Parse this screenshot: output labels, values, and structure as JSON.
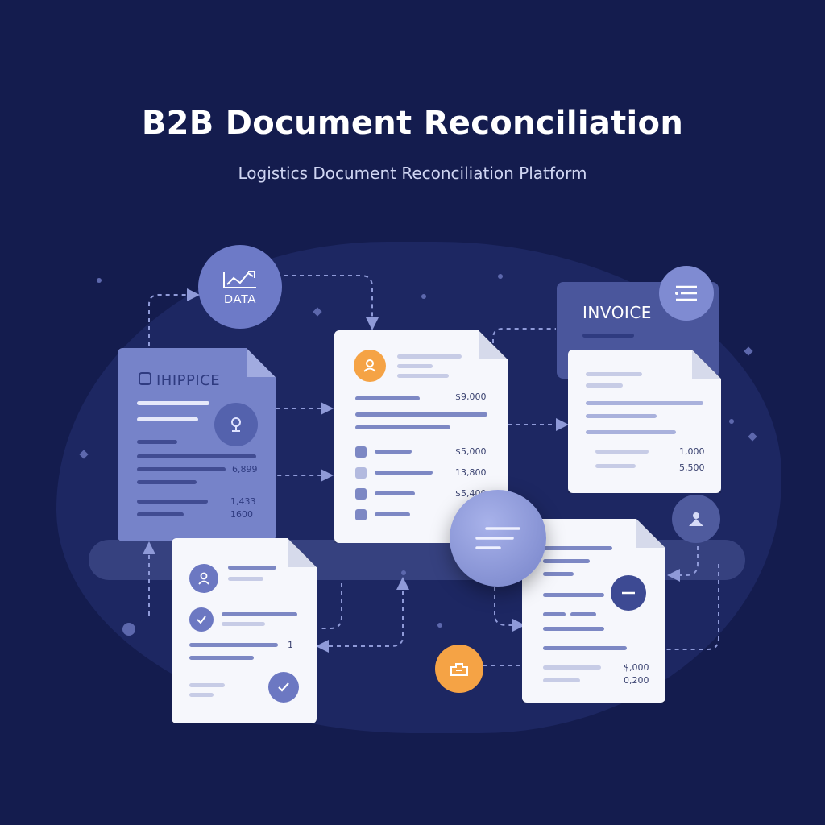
{
  "header": {
    "title": "B2B Document Reconciliation",
    "subtitle": "Logistics Document Reconciliation Platform"
  },
  "nodes": {
    "data_label": "DATA",
    "shipment_doc_title": "IHIPPICE",
    "shipment_values": [
      "6,899",
      "1,433",
      "1600"
    ],
    "order_doc_values": [
      "$9,000",
      "$5,000",
      "13,800",
      "$5,400"
    ],
    "invoice_title": "INVOICE",
    "invoice_values": [
      "1,000",
      "5,500"
    ],
    "confirm_doc_value": "1",
    "ledger_values": [
      "$,000",
      "0,200"
    ]
  },
  "colors": {
    "background": "#141c4e",
    "accent": "#7683c9",
    "orange": "#f5a345",
    "card": "#f6f7fc"
  },
  "icons": [
    "chart-icon",
    "user-icon",
    "list-icon",
    "stamp-icon",
    "check-icon",
    "person-icon",
    "minus-icon",
    "box-icon",
    "chat-icon"
  ]
}
